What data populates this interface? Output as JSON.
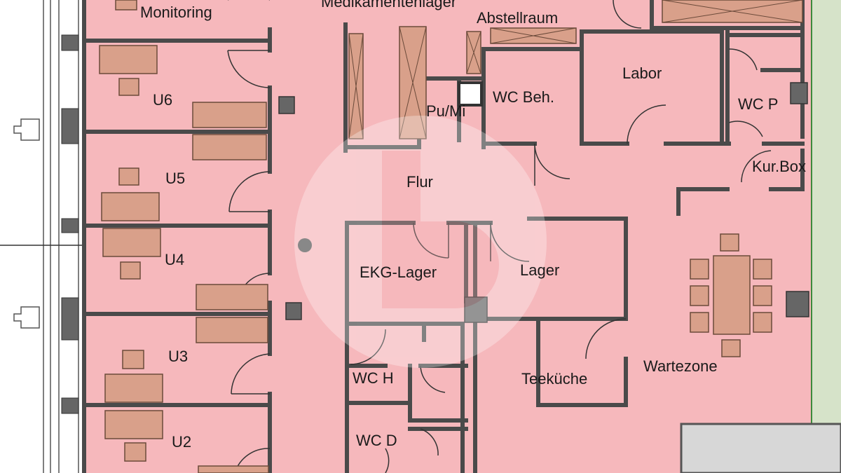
{
  "plan": {
    "colors": {
      "room_fill": "#f6b8bc",
      "wall": "#4a4a4a",
      "furniture_fill": "#d9a08a",
      "furniture_stroke": "#6b4a3a",
      "service_fill": "#d7d7d7",
      "green_strip": "#d6e3c9",
      "watermark": "#ffffff"
    },
    "icons": [
      "watermark-logo-icon"
    ],
    "rooms": [
      {
        "id": "monitoring",
        "label": "Monitoring"
      },
      {
        "id": "medikamentenlager",
        "label": "Medikamentenlager"
      },
      {
        "id": "abstellraum",
        "label": "Abstellraum"
      },
      {
        "id": "u6",
        "label": "U6"
      },
      {
        "id": "labor",
        "label": "Labor"
      },
      {
        "id": "wc-beh",
        "label": "WC Beh."
      },
      {
        "id": "wc-p",
        "label": "WC P"
      },
      {
        "id": "pu-mi",
        "label": "Pu/Mi"
      },
      {
        "id": "u5",
        "label": "U5"
      },
      {
        "id": "flur",
        "label": "Flur"
      },
      {
        "id": "kur-box",
        "label": "Kur.Box"
      },
      {
        "id": "u4",
        "label": "U4"
      },
      {
        "id": "ekg-lager",
        "label": "EKG-Lager"
      },
      {
        "id": "lager",
        "label": "Lager"
      },
      {
        "id": "u3",
        "label": "U3"
      },
      {
        "id": "wartezone",
        "label": "Wartezone"
      },
      {
        "id": "wc-h",
        "label": "WC H"
      },
      {
        "id": "teekueche",
        "label": "Teeküche"
      },
      {
        "id": "u2",
        "label": "U2"
      },
      {
        "id": "wc-d",
        "label": "WC D"
      }
    ]
  }
}
